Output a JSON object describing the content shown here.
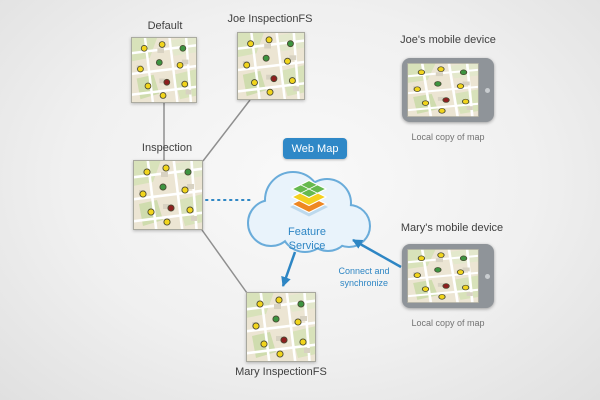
{
  "nodes": {
    "default": {
      "label": "Default"
    },
    "joe_fs": {
      "label": "Joe InspectionFS"
    },
    "inspection": {
      "label": "Inspection"
    },
    "mary_fs": {
      "label": "Mary InspectionFS"
    },
    "web_map": {
      "label": "Web Map"
    },
    "feature_service": {
      "label": "Feature Service"
    },
    "joe_device": {
      "label": "Joe's mobile device",
      "caption": "Local copy of map"
    },
    "mary_device": {
      "label": "Mary's mobile device",
      "caption": "Local copy of map"
    }
  },
  "annotations": {
    "sync": "Connect and synchronize"
  },
  "colors": {
    "accent_blue": "#2e86c4",
    "badge_blue": "#2f88c7",
    "connector_gray": "#8f8f8f",
    "cloud_outline": "#6aacda",
    "cloud_fill": "#e9f3fb",
    "map_bg": "#ece5d3",
    "map_dot_yellow": "#f2d51c",
    "map_dot_green": "#3d9440",
    "map_dot_red": "#8e1f1f",
    "layer_green": "#66b94e",
    "layer_yellow": "#f4d01f",
    "layer_orange": "#ee8722",
    "tablet_gray": "#8f9499"
  }
}
